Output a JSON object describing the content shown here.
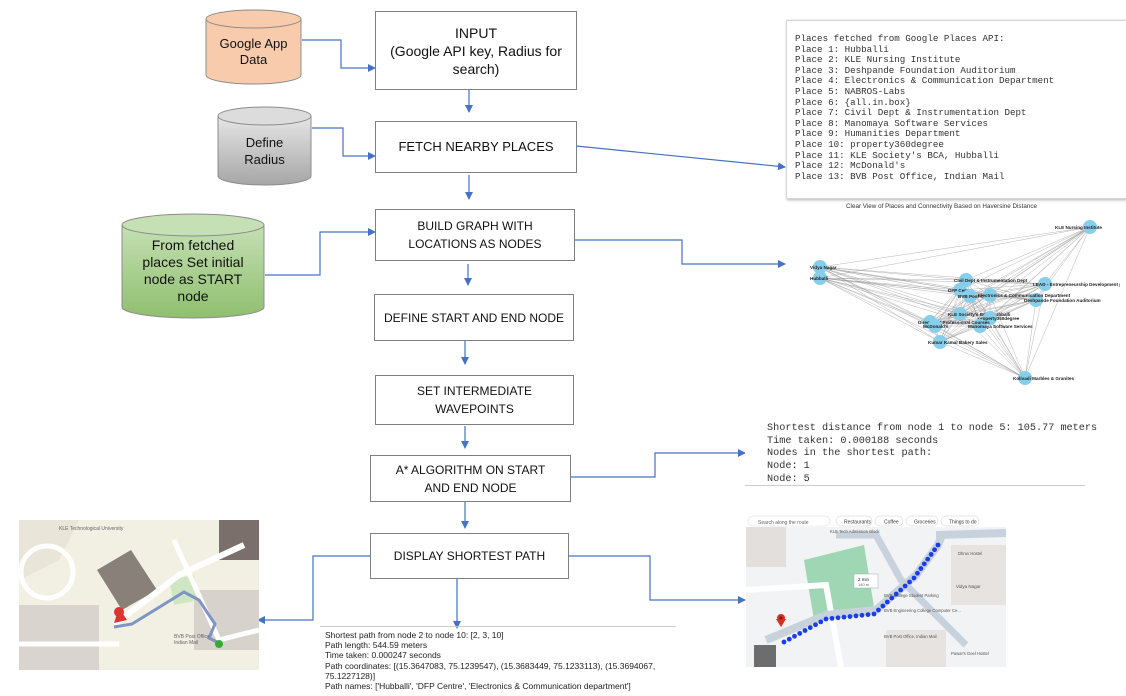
{
  "sources": {
    "google_app_data": [
      "Google App",
      "Data"
    ],
    "define_radius": [
      "Define",
      "Radius"
    ],
    "from_fetched": [
      "From fetched",
      "places Set initial",
      "node as  START",
      "node"
    ]
  },
  "steps": {
    "input": [
      "INPUT",
      "(Google API key, Radius for",
      "search)"
    ],
    "fetch": "FETCH NEARBY PLACES",
    "build": [
      "BUILD GRAPH WITH",
      "LOCATIONS AS NODES"
    ],
    "define_nodes": "DEFINE START AND END NODE",
    "waypoints": [
      "SET INTERMEDIATE",
      "WAVEPOINTS"
    ],
    "astar": [
      "A* ALGORITHM ON START",
      "AND END NODE"
    ],
    "display": "DISPLAY SHORTEST PATH"
  },
  "places_panel": {
    "lines": [
      "Places fetched from Google Places API:",
      "Place 1: Hubballi",
      "Place 2: KLE Nursing Institute",
      "Place 3: Deshpande Foundation Auditorium",
      "Place 4: Electronics & Communication Department",
      "Place 5: NABROS-Labs",
      "Place 6: {all.in.box}",
      "Place 7: Civil Dept & Instrumentation Dept",
      "Place 8: Manomaya Software Services",
      "Place 9: Humanities Department",
      "Place 10: property360degree",
      "Place 11: KLE Society's BCA, Hubballi",
      "Place 12: McDonald's",
      "Place 13: BVB Post Office, Indian Mail"
    ]
  },
  "graph": {
    "caption": "Clear View of Places and Connectivity Based on Haversine Distance",
    "node_labels": [
      "KLE Nursing Institute",
      "Vidya Nagar",
      "Hubballi",
      "Civil Dept & Instrumentation Dept",
      "DFP Centre",
      "LEAD - Entrepreneurship Development pro",
      "Deshpande Foundation Auditorium",
      "BVB Post Office",
      "Electronics & Communication Department",
      "KLE Society's BCA, Hubballi",
      "property360degree",
      "Manomaya Software Services",
      "Director of Professional Courses",
      "McDonald's",
      "Kumar Kamal Bakery Sales",
      "Kolivadi Marbles & Granites"
    ]
  },
  "shortest_panel": {
    "lines": [
      "Shortest distance from node 1 to node 5: 105.77 meters",
      "Time taken: 0.000188 seconds",
      "Nodes in the shortest path:",
      "Node: 1",
      "Node: 5"
    ]
  },
  "path_panel": {
    "lines": [
      "Shortest path from node 2 to node 10: [2, 3, 10]",
      "Path length: 544.59 meters",
      "Time taken: 0.000247 seconds",
      "Path coordinates: [(15.3647083, 75.1239547), (15.3683449, 75.1233113), (15.3694067, 75.1227128)]",
      "Path names: ['Hubballi', 'DFP Centre', 'Electronics & Communication department']"
    ]
  },
  "left_map": {
    "labels": [
      "KLE Technological University",
      "BVB Post Office",
      "Indian Mail"
    ]
  },
  "right_map": {
    "search_placeholder": "Search along the route",
    "chips": [
      "Restaurants",
      "Coffee",
      "Groceries",
      "Things to do"
    ],
    "labels": [
      "KLE Tech Admission Block",
      "BVB College Student Parking",
      "BVB Engineering College Computer Ce...",
      "BVB Post Office, Indian Mail",
      "Vidya Nagar",
      "Dhruv Hostel",
      "Pawar's Goel Hostel"
    ],
    "route_time": "2 min",
    "route_dist": "140 m"
  },
  "colors": {
    "arrow": "#4472c4",
    "cyl_orange": "#f8cbad",
    "cyl_grey": "#bfbfbf",
    "cyl_green": "#a9d18e",
    "graph_node": "#87ceeb",
    "route_blue": "#1a3ee6"
  }
}
